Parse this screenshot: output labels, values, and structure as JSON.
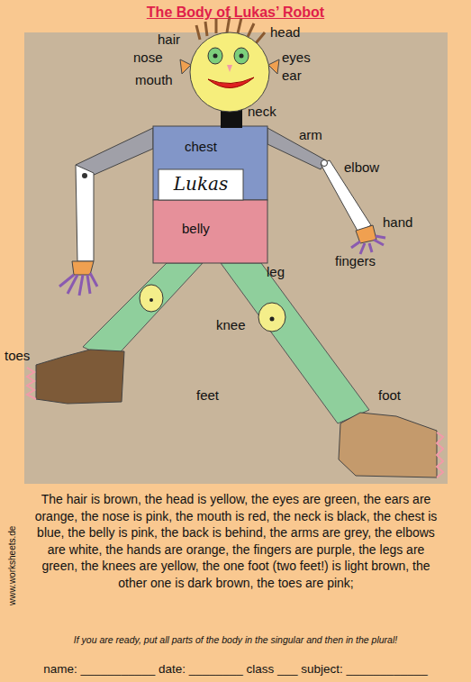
{
  "diagram": {
    "title": "The Body of Lukas’ Robot",
    "labels": [
      "hair",
      "head",
      "nose",
      "eyes",
      "mouth",
      "ear",
      "neck",
      "arm",
      "chest",
      "Lukas",
      "elbow",
      "hand",
      "belly",
      "fingers",
      "leg",
      "knee",
      "toes",
      "feet",
      "foot",
      "The hair is brown, the head is yellow, the eyes are green, the ears are orange, the nose is pink, the mouth is red, the neck is black, the chest is blue, the belly is pink, the back is behind, the arms are grey, the elbows are white, the hands are orange, the fingers are purple, the legs are green, the knees are yellow, the one foot (two feet!) is light brown, the other one is dark brown, the toes are pink;",
      "If you are ready, put all parts of the body in the singular and then in the plural!",
      "www.worksheets.de",
      "name: ___________ date: ________ class ___ subject: ____________"
    ]
  }
}
